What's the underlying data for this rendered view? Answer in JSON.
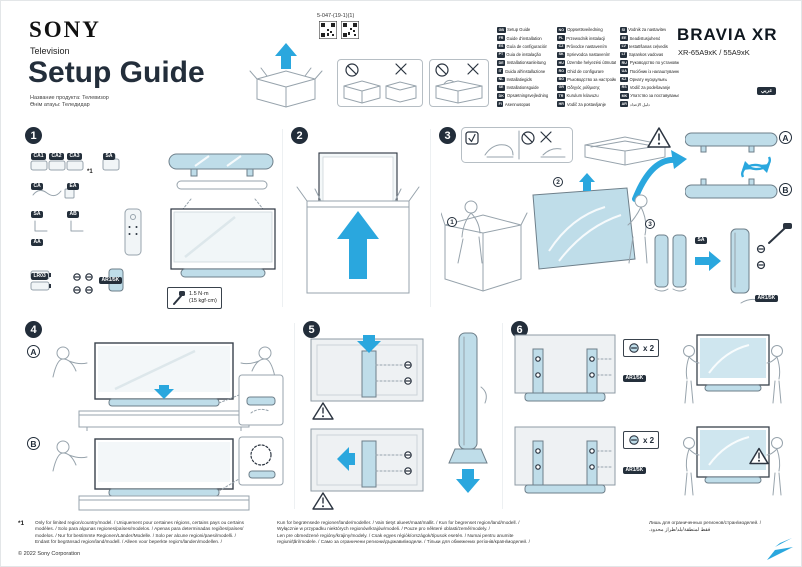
{
  "header": {
    "brand": "SONY",
    "product_type": "Television",
    "title": "Setup Guide",
    "product_name_ru": "Название продукта: Телевизор",
    "product_name_kz": "Өнім атауы: Теледидар",
    "doc_number": "5-047-(19-1)(1)",
    "bravia": "BRAVIA",
    "xr": "XR",
    "models": "XR-65A9xK / 55A9xK",
    "arabic_tag": "عربي"
  },
  "languages": {
    "col1": [
      {
        "code": "GB",
        "label": "Setup Guide"
      },
      {
        "code": "FR",
        "label": "Guide d'installation"
      },
      {
        "code": "ES",
        "label": "Guía de configuración"
      },
      {
        "code": "PT",
        "label": "Guia de instalação"
      },
      {
        "code": "DE",
        "label": "Installationsanleitung"
      },
      {
        "code": "IT",
        "label": "Guida all'installazione"
      },
      {
        "code": "NL",
        "label": "Installatiegids"
      },
      {
        "code": "SE",
        "label": "Installationsguide"
      },
      {
        "code": "DK",
        "label": "Opsætningsvejledning"
      },
      {
        "code": "FI",
        "label": "Asennusopas"
      }
    ],
    "col2": [
      {
        "code": "NO",
        "label": "Oppsettsveiledning"
      },
      {
        "code": "PL",
        "label": "Przewodnik instalacji"
      },
      {
        "code": "CZ",
        "label": "Průvodce nastavením"
      },
      {
        "code": "SK",
        "label": "Sprievodca nastavením"
      },
      {
        "code": "HU",
        "label": "Üzembe helyezési útmutató"
      },
      {
        "code": "RO",
        "label": "Ghid de configurare"
      },
      {
        "code": "BG",
        "label": "Ръководство за настройка"
      },
      {
        "code": "GR",
        "label": "Οδηγός ρύθμισης"
      },
      {
        "code": "TR",
        "label": "Kurulum kılavuzu"
      },
      {
        "code": "HR",
        "label": "Vodič za postavljanje"
      }
    ],
    "col3": [
      {
        "code": "SI",
        "label": "Vodnik za nastavitev"
      },
      {
        "code": "EE",
        "label": "Seadistusjuhend"
      },
      {
        "code": "LV",
        "label": "Iestatīšanas ceļvedis"
      },
      {
        "code": "LT",
        "label": "Sąrankos vadovas"
      },
      {
        "code": "RU",
        "label": "Руководство по установке"
      },
      {
        "code": "UA",
        "label": "Посібник із налаштування"
      },
      {
        "code": "KZ",
        "label": "Орнату нұсқаулығы"
      },
      {
        "code": "RS",
        "label": "Vodič za podešavanje"
      },
      {
        "code": "MK",
        "label": "Упатство за поставување"
      },
      {
        "code": "AR",
        "label": "دليل الإعداد"
      }
    ]
  },
  "steps": {
    "s1": {
      "num": "1",
      "badges": [
        "CA1",
        "CA2",
        "CA3",
        "SA",
        "CA",
        "EA",
        "SA",
        "AB",
        "AA",
        "LR03",
        "AR1/5K"
      ],
      "footnote_ref": "*1",
      "torque_line1": "1.5 N·m",
      "torque_line2": "(15 kgf·cm)"
    },
    "s2": {
      "num": "2"
    },
    "s3": {
      "num": "3",
      "sub1": "1",
      "sub2": "2",
      "sub3": "3",
      "stand_a": "A",
      "stand_b": "B",
      "neck_badge": "SA",
      "part_badge": "AR1/5K"
    },
    "s4": {
      "num": "4",
      "variant_a": "A",
      "variant_b": "B"
    },
    "s5": {
      "num": "5"
    },
    "s6": {
      "num": "6",
      "screw_count": "x 2",
      "part_badge": "AR1/5K"
    }
  },
  "footer": {
    "marker": "*1",
    "block1_lines": [
      "Only for limited region/country/model. / Uniquement pour certaines régions, certains pays ou certains",
      "modèles. / Solo para algunas regiones/países/modelos. / Apenas para determinadas regiões/países/",
      "modelos. / Nur für bestimmte Regionen/Länder/Modelle. / Solo per alcune regioni/paesi/modelli. /",
      "Endast för begränsad region/land/modell. / Alleen voor beperkte regio's/landen/modellen. /"
    ],
    "block2_lines": [
      "Kun for begrænsede regioner/lande/modeller. / Vain tietyt alueet/maat/mallit. / Kun for begrenset region/land/modell. /",
      "Wyłącznie w przypadku niektórych regionów/krajów/modeli. / Pouze pro některé oblasti/země/modely. /",
      "Len pre obmedzené regióny/krajiny/modely. / Csak egyes régiók/országok/típusok esetén. / Numai pentru anumite",
      "regiuni/țări/modele. / Само за ограничени региони/държави/модели. / Тільки для обмежених регіонів/країн/моделей. /"
    ],
    "block3_line1": "Лишь для ограниченных регионов/стран/моделей. /",
    "block3_line2": "فقط لمنطقة/بلد/طراز محدود.",
    "copyright": "© 2022 Sony Corporation"
  }
}
